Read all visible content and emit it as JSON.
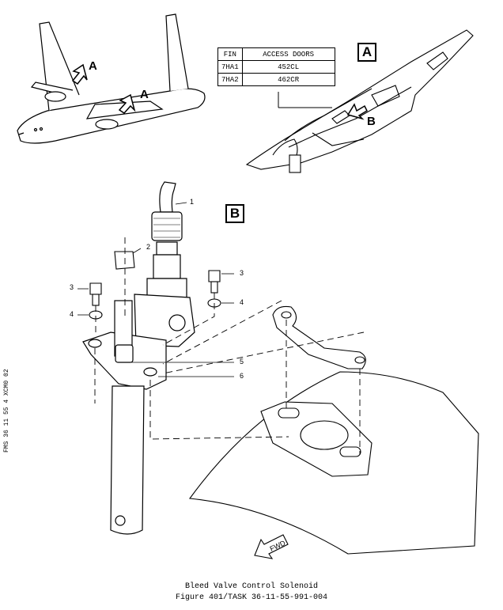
{
  "access_table": {
    "headers": [
      "FIN",
      "ACCESS DOORS"
    ],
    "rows": [
      {
        "fin": "7HA1",
        "door": "452CL"
      },
      {
        "fin": "7HA2",
        "door": "462CR"
      }
    ]
  },
  "view_labels": {
    "a": "A",
    "b": "B"
  },
  "arrow_labels": {
    "a1": "A",
    "a2": "A",
    "b": "B"
  },
  "callouts": {
    "c1": "1",
    "c2": "2",
    "c3a": "3",
    "c3b": "3",
    "c4a": "4",
    "c4b": "4",
    "c5": "5",
    "c6": "6"
  },
  "fwd_label": "FWD",
  "side_reference": "FMS 36 11 55 4 XCM0 02",
  "caption": {
    "line1": "Bleed Valve Control Solenoid",
    "line2": "Figure 401/TASK 36-11-55-991-004"
  }
}
